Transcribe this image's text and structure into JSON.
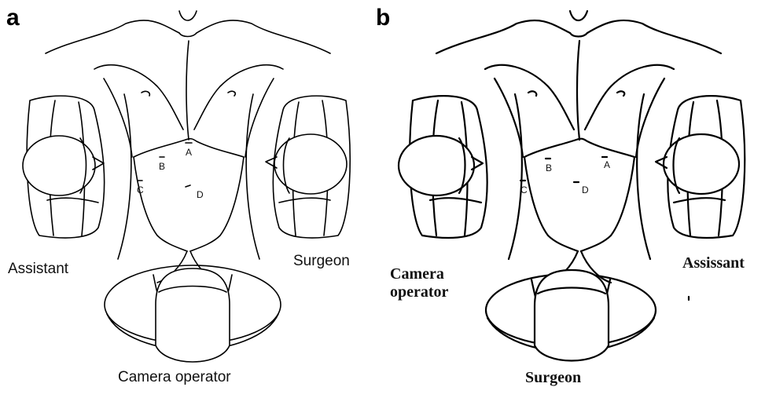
{
  "panels": {
    "a": {
      "letter": "a",
      "ports": [
        "A",
        "B",
        "C",
        "D"
      ],
      "roles": {
        "left": "Assistant",
        "right": "Surgeon",
        "bottom": "Camera operator"
      }
    },
    "b": {
      "letter": "b",
      "ports": [
        "A",
        "B",
        "C",
        "D"
      ],
      "roles": {
        "left_line1": "Camera",
        "left_line2": "operator",
        "right": "Assissant",
        "bottom": "Surgeon"
      }
    }
  }
}
